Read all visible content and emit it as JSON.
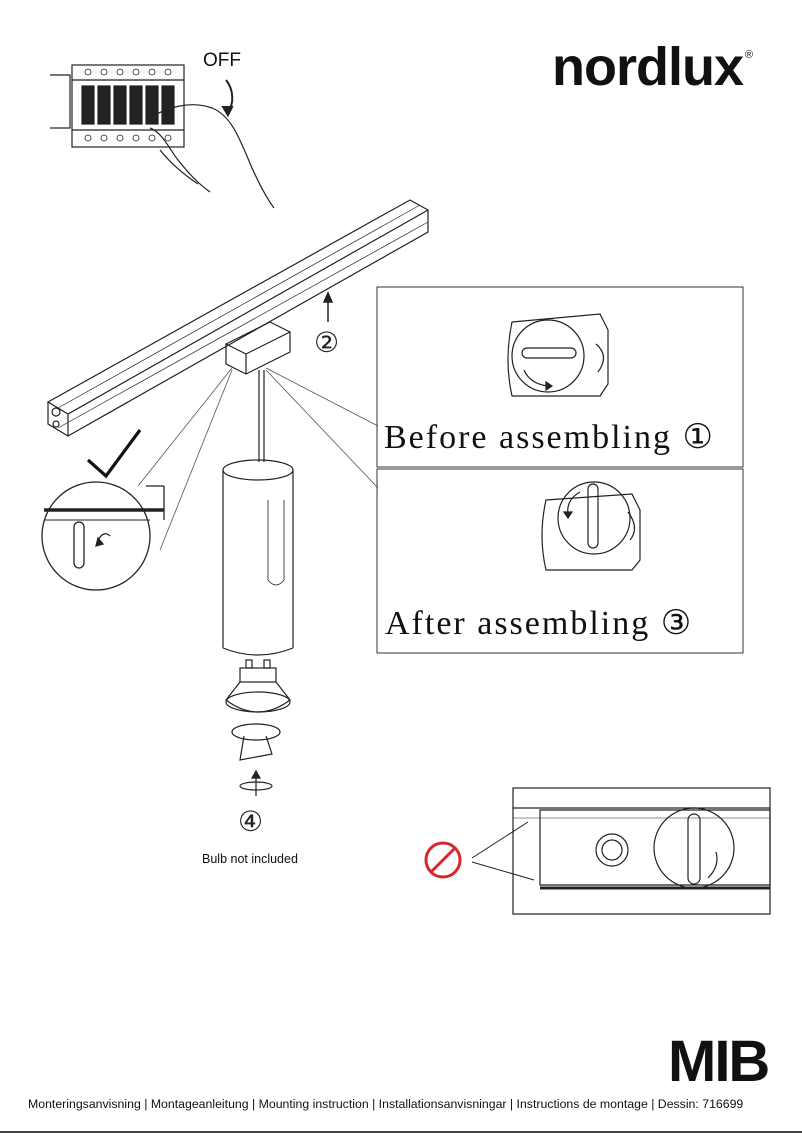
{
  "brand": {
    "name": "nordlux",
    "registered_mark": "®"
  },
  "steps": {
    "off_label": "OFF",
    "step1": "①",
    "step2": "②",
    "step3": "③",
    "step4": "④"
  },
  "panels": {
    "before_caption": "Before assembling ①",
    "after_caption": "After assembling ③"
  },
  "notes": {
    "bulb": "Bulb not included"
  },
  "product": {
    "model": "MIB"
  },
  "footer": {
    "text": "Monteringsanvisning | Montageanleitung | Mounting instruction | Installationsanvisningar | Instructions de montage | Dessin: 716699"
  },
  "colors": {
    "ink": "#111111",
    "prohibited_red": "#d9262c",
    "line_gray": "#555555"
  },
  "icons": [
    "checkmark-icon",
    "prohibited-icon",
    "arrow-up-icon",
    "rotate-arrow-icon"
  ]
}
